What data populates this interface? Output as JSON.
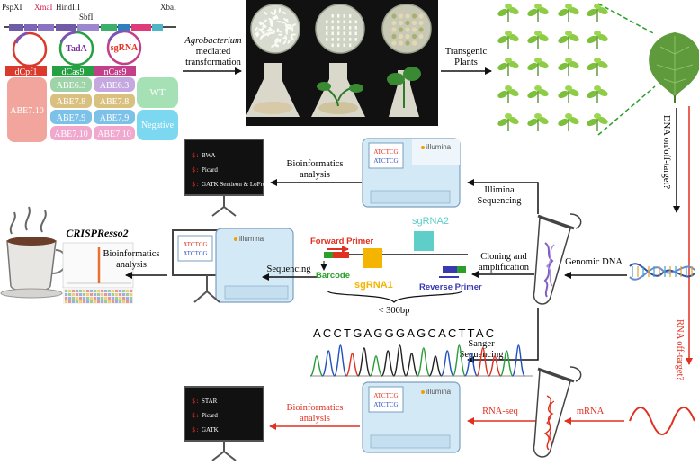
{
  "restriction_sites": {
    "pspxi": "PspXI",
    "xmai": "XmaI",
    "hindiii": "HindIII",
    "sbfi": "SbfI",
    "xbai": "XbaI"
  },
  "vectors": {
    "tada": "TadA",
    "sgrna": "sgRNA",
    "dcpf1": "dCpf1",
    "dcas9": "dCas9",
    "ncas9": "nCas9"
  },
  "abe": {
    "v710_left": "ABE7.10",
    "d63": "ABE6.3",
    "d78": "ABE7.8",
    "d79": "ABE7.9",
    "d710": "ABE7.10",
    "n63": "ABE6.3",
    "n78": "ABE7.8",
    "n79": "ABE7.9",
    "n710": "ABE7.10",
    "wt": "WT",
    "negative": "Negative"
  },
  "transformation": {
    "line1": "Agrobacterium",
    "line2": "mediated",
    "line3": "transformation"
  },
  "transgenic": {
    "line1": "Transgenic",
    "line2": "Plants"
  },
  "dna_target": "DNA on/off-target?",
  "rna_target": "RNA off-target?",
  "screens": {
    "top": [
      "BWA",
      "Picard",
      "GATK Sentieon & LoFreq"
    ],
    "bottom": [
      "STAR",
      "Picard",
      "GATK"
    ],
    "prompt": "$:"
  },
  "bioinfo": {
    "top1": "Bioinformatics",
    "top2": "analysis",
    "mid1": "Bioinformatics",
    "mid2": "analysis",
    "bot1": "Bioinformatics",
    "bot2": "analysis"
  },
  "illumina": {
    "brand": "illumina",
    "code": "ATCTCG"
  },
  "illumina_seq": {
    "line1": "Illimina",
    "line2": "Sequencing"
  },
  "crispresso": "CRISPResso2",
  "sequencing": "Sequencing",
  "amplicon": {
    "forward": "Forward Primer",
    "barcode": "Barcode",
    "sgrna1": "sgRNA1",
    "sgrna2": "sgRNA2",
    "reverse": "Reverse Primer",
    "size": "< 300bp"
  },
  "cloning": {
    "line1": "Cloning and",
    "line2": "amplification"
  },
  "genomic_dna": "Genomic DNA",
  "sanger": {
    "line1": "Sanger",
    "line2": "Sequencing",
    "sequence": "ACCTGAGGGAGCACTTAC"
  },
  "rnaseq": "RNA-seq",
  "mrna": "mRNA",
  "colors": {
    "accent_red": "#e03020",
    "dcpf1": "#d93a2b",
    "dcas9": "#27a043",
    "ncas9": "#c2408a",
    "abe_left": "#f2a59c",
    "abe_green": "#9fd3a8",
    "abe_purple": "#c6a8e0",
    "abe_tan": "#d9c07e",
    "abe_blue": "#7cc2e8",
    "abe_pink": "#f0a8cf",
    "wt": "#a6e0b5",
    "negative": "#7cd7f0"
  },
  "chart_data": {
    "type": "line",
    "name": "sanger-chromatogram",
    "bases": [
      "A",
      "C",
      "C",
      "T",
      "G",
      "A",
      "G",
      "G",
      "G",
      "A",
      "G",
      "C",
      "A",
      "C",
      "T",
      "T",
      "A",
      "C"
    ]
  }
}
